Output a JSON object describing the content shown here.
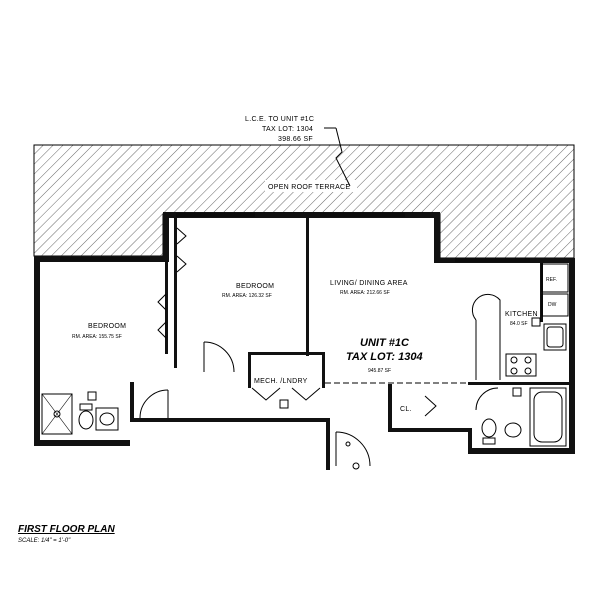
{
  "annotation": {
    "line1": "L.C.E. TO UNIT #1C",
    "line2": "TAX LOT: 1304",
    "line3": "398.66 SF"
  },
  "terrace": {
    "label": "OPEN ROOF TERRACE"
  },
  "rooms": {
    "bedroom_left": {
      "name": "BEDROOM",
      "area": "RM. AREA: 155.75 SF"
    },
    "bedroom_center": {
      "name": "BEDROOM",
      "area": "RM. AREA: 126.32 SF"
    },
    "living": {
      "name": "LIVING/ DINING AREA",
      "area": "RM. AREA: 212.66 SF"
    },
    "kitchen": {
      "name": "KITCHEN",
      "area": "84.0 SF"
    },
    "mech": {
      "name": "MECH. /LNDRY"
    },
    "closet": {
      "name": "CL."
    },
    "ref": {
      "name": "REF."
    },
    "dw": {
      "name": "DW"
    }
  },
  "unit": {
    "name": "UNIT #1C",
    "tax_lot": "TAX LOT: 1304",
    "area": "945.87 SF"
  },
  "title_block": {
    "title": "FIRST FLOOR PLAN",
    "scale": "SCALE: 1/4\" = 1'-0\""
  }
}
